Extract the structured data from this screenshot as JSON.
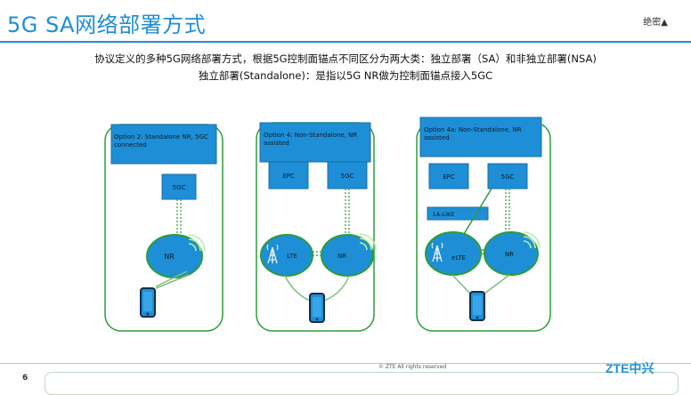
{
  "header": {
    "title": "5G SA网络部署方式",
    "classification": "绝密▲"
  },
  "intro": {
    "line1": "协议定义的多种5G网络部署方式，根据5G控制面锚点不同区分为两大类：独立部署（SA）和非独立部署(NSA)",
    "line2": "独立部署(Standalone)：是指以5G NR做为控制面锚点接入5GC"
  },
  "options": [
    {
      "label": "Option 2: Standalone NR, 5GC connected",
      "core": [
        "5GC"
      ],
      "radio": [
        "NR"
      ]
    },
    {
      "label": "Option 4: Non-Standalone, NR assisted",
      "core": [
        "EPC",
        "5GC"
      ],
      "radio": [
        "LTE",
        "NR"
      ]
    },
    {
      "label": "Option 4a: Non-Standalone, NR assisted",
      "core": [
        "EPC",
        "5GC"
      ],
      "interface": "1A-LIKE",
      "radio": [
        "eLTE",
        "NR"
      ]
    }
  ],
  "footer": {
    "copyright": "© ZTE All rights reserved",
    "page": "6",
    "logo": "ZTE中兴"
  },
  "colors": {
    "accent": "#1e8fd6",
    "box_fill": "#1e8fd6",
    "green": "#2a9d3a",
    "green_light": "#7dbf7f"
  }
}
